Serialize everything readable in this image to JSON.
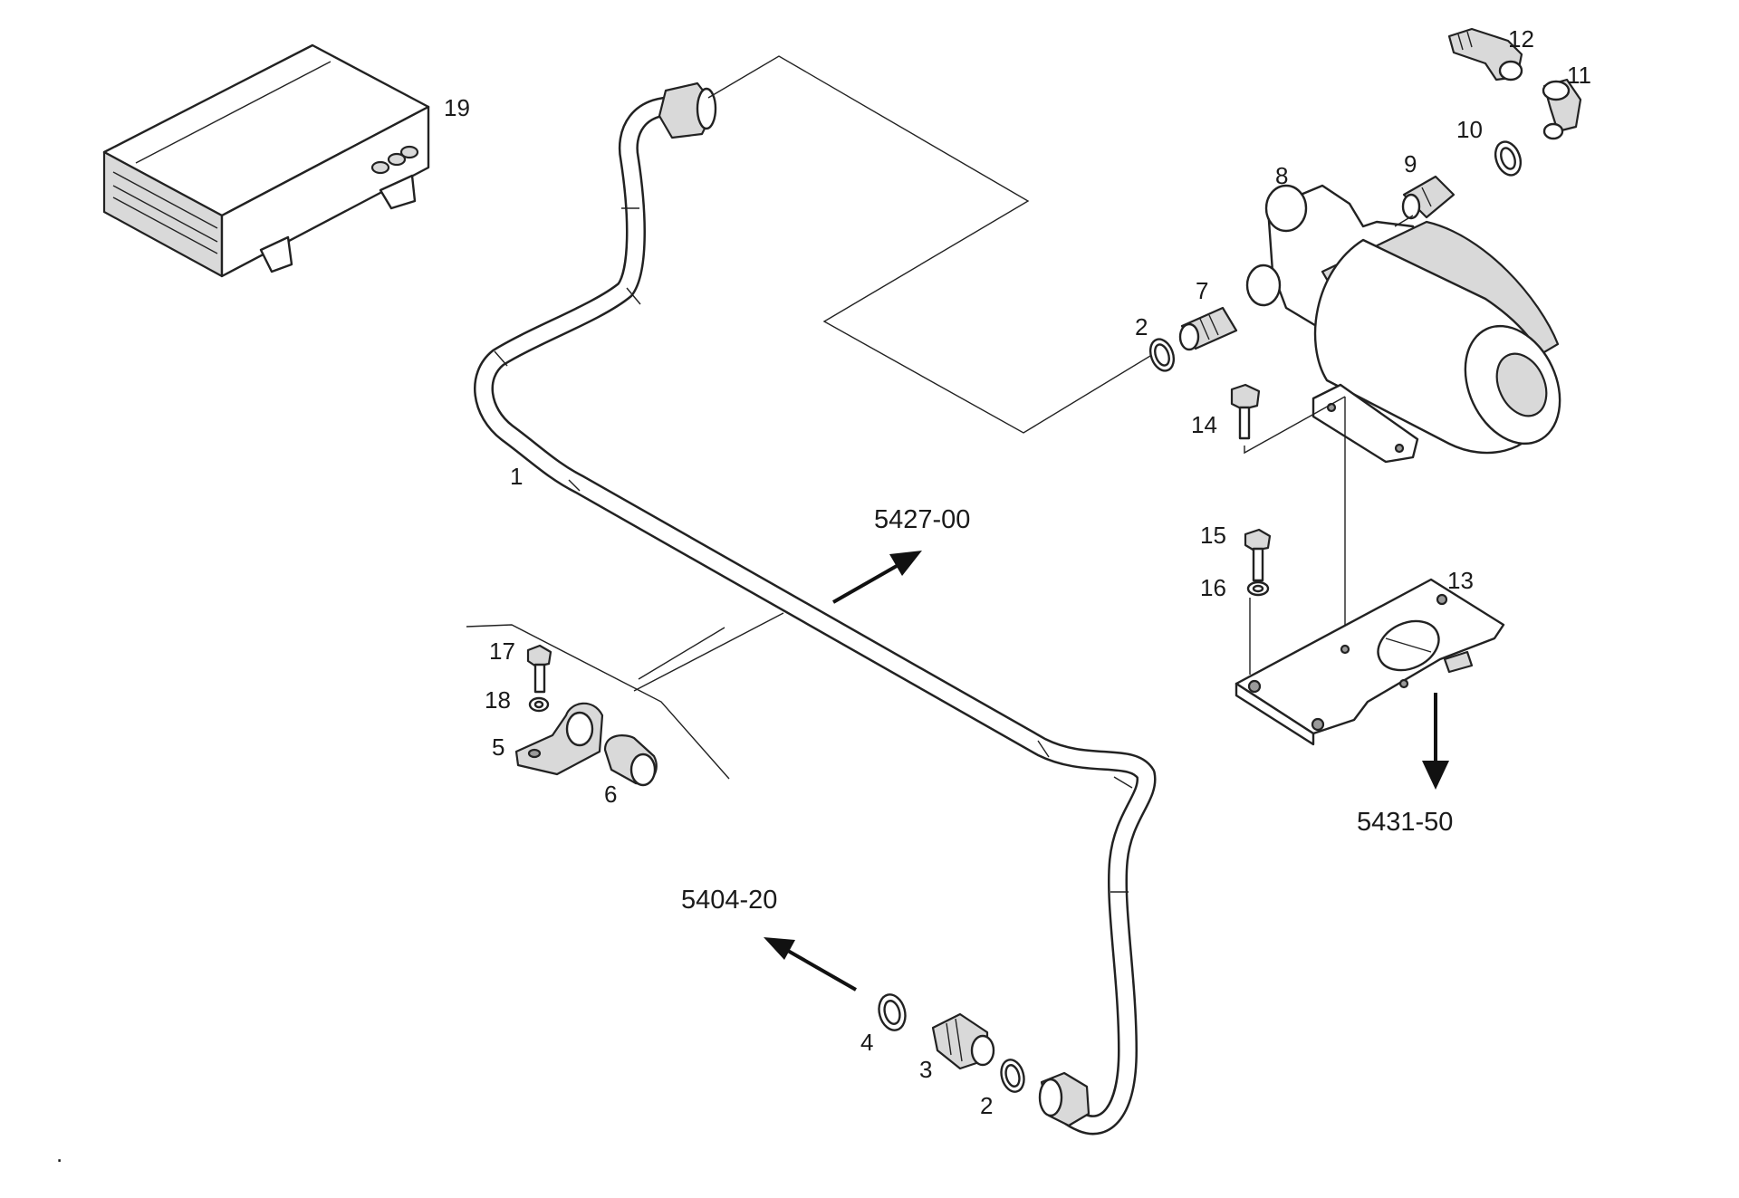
{
  "callouts": {
    "c1": "1",
    "c2a": "2",
    "c2b": "2",
    "c3": "3",
    "c4": "4",
    "c5": "5",
    "c6": "6",
    "c7": "7",
    "c8": "8",
    "c9": "9",
    "c10": "10",
    "c11": "11",
    "c12": "12",
    "c13": "13",
    "c14": "14",
    "c15": "15",
    "c16": "16",
    "c17": "17",
    "c18": "18",
    "c19": "19"
  },
  "references": {
    "ref_5427": "5427-00",
    "ref_5431": "5431-50",
    "ref_5404": "5404-20"
  },
  "footnote_mark": "."
}
